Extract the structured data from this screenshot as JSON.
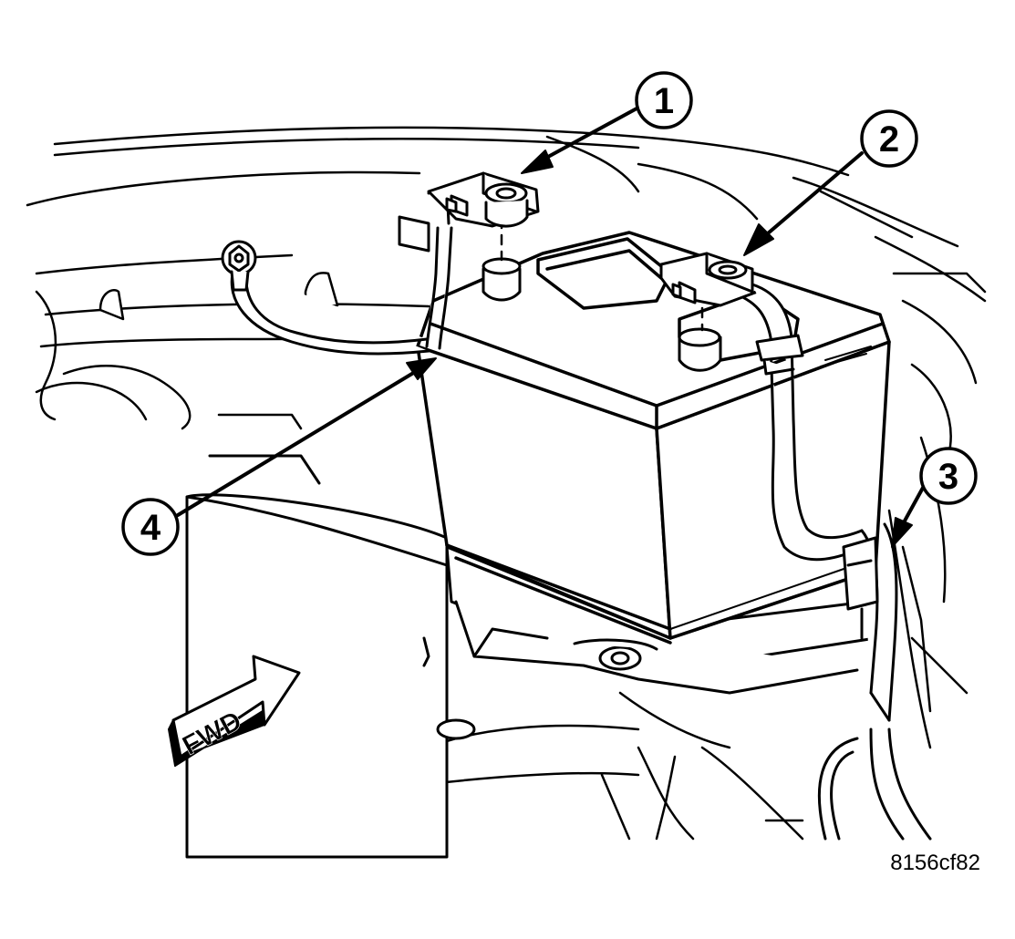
{
  "figure": {
    "figure_id": "8156cf82",
    "direction_label": "FWD"
  },
  "callouts": [
    {
      "id": "callout-1",
      "label": "1"
    },
    {
      "id": "callout-2",
      "label": "2"
    },
    {
      "id": "callout-3",
      "label": "3"
    },
    {
      "id": "callout-4",
      "label": "4"
    }
  ],
  "colors": {
    "line": "#000000",
    "fill": "#ffffff",
    "shade": "#d9d9d9"
  }
}
